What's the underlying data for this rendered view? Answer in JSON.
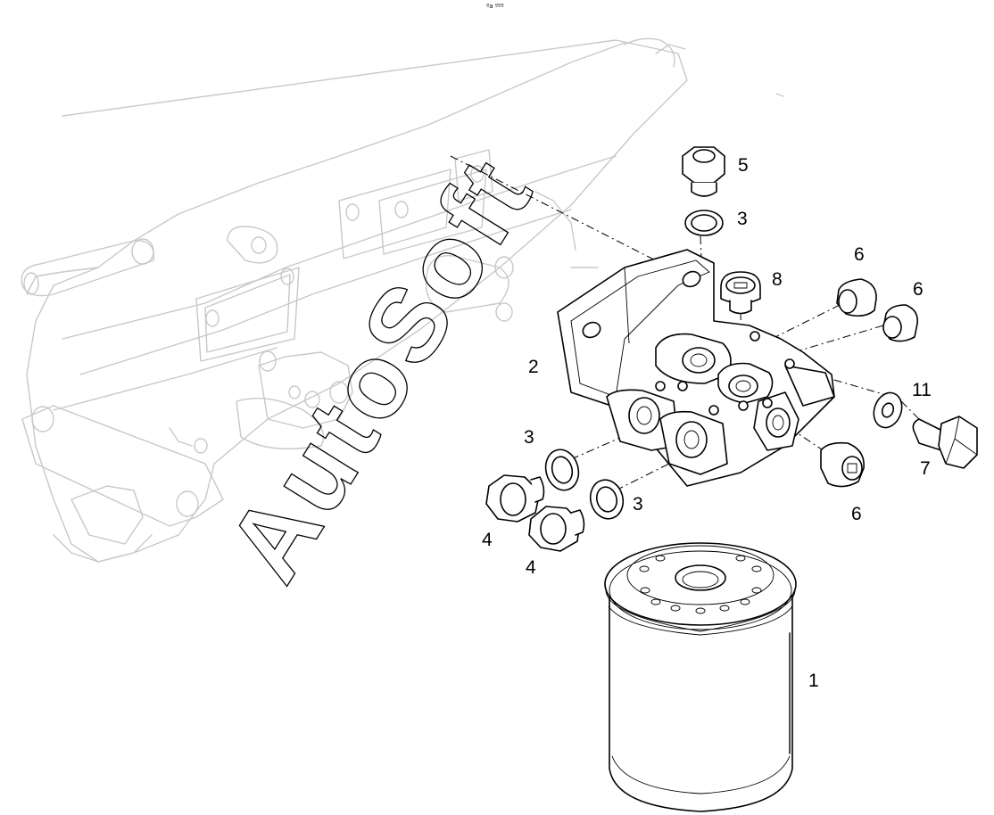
{
  "header": {
    "tiny_mark": "ºa ººº"
  },
  "watermark": {
    "text": "AutoSoft"
  },
  "callouts": {
    "c1": "1",
    "c2": "2",
    "c3a": "3",
    "c3b": "3",
    "c3c": "3",
    "c4a": "4",
    "c4b": "4",
    "c5": "5",
    "c6a": "6",
    "c6b": "6",
    "c6c": "6",
    "c7": "7",
    "c8": "8",
    "c11": "11"
  }
}
